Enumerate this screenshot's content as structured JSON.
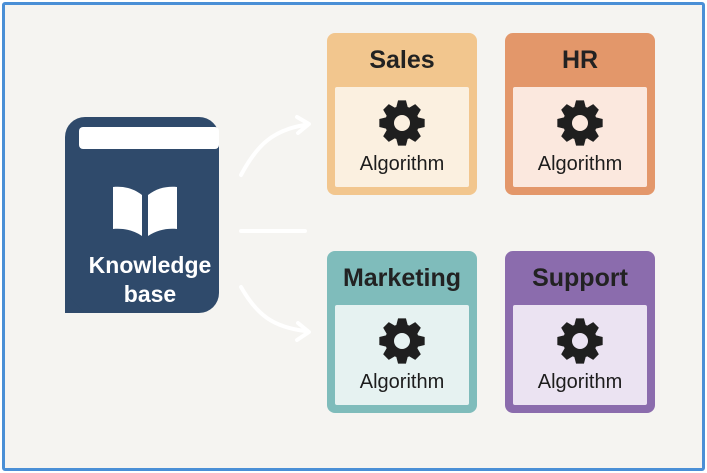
{
  "source": {
    "label_line1": "Knowledge",
    "label_line2": "base",
    "icon": "open-book-icon",
    "color": "#2f4a6b"
  },
  "departments": [
    {
      "title": "Sales",
      "item_label": "Algorithm",
      "icon": "gear-icon",
      "outer_color": "#f2c68e",
      "inner_color": "#fbf0e0"
    },
    {
      "title": "HR",
      "item_label": "Algorithm",
      "icon": "gear-icon",
      "outer_color": "#e3976a",
      "inner_color": "#fbe8de"
    },
    {
      "title": "Marketing",
      "item_label": "Algorithm",
      "icon": "gear-icon",
      "outer_color": "#7fbcbb",
      "inner_color": "#e6f2f1"
    },
    {
      "title": "Support",
      "item_label": "Algorithm",
      "icon": "gear-icon",
      "outer_color": "#8b6cad",
      "inner_color": "#ebe3f2"
    }
  ],
  "connector_color": "#ffffff",
  "frame_color": "#4a8fd6"
}
